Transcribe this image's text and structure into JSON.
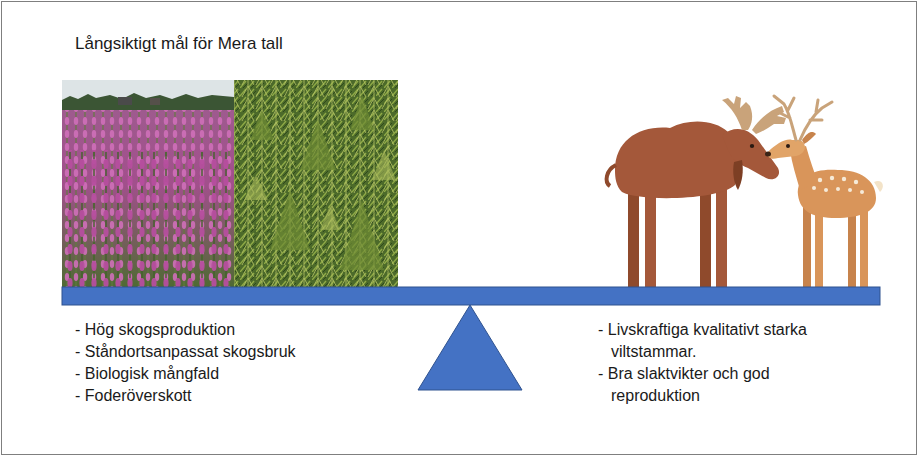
{
  "diagram": {
    "title": "Långsiktigt mål för Mera tall",
    "labels": [
      "- Hög skogsproduktion",
      "- Ståndortsanpassat skogsbruk",
      "- Biologisk mångfald",
      "- Foderöverskott",
      "- Livskraftiga kvalitativt starka viltstammar.",
      "- Bra slaktvikter och god reproduktion"
    ]
  }
}
